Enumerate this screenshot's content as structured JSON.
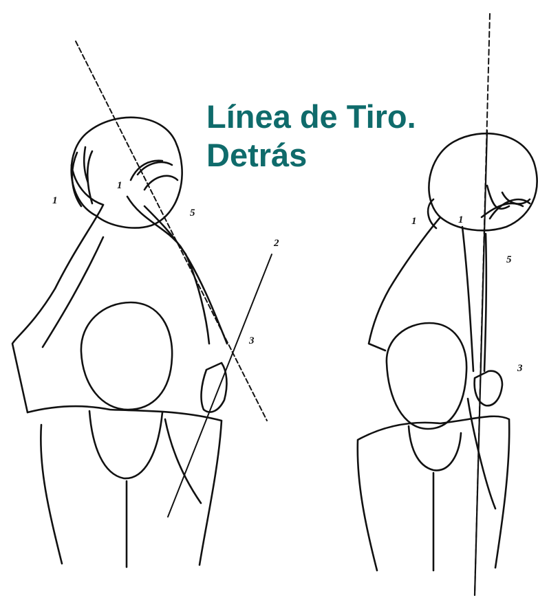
{
  "title": {
    "line1": "Línea de Tiro.",
    "line2": "Detrás"
  },
  "colors": {
    "title": "#0f6b6b",
    "ink": "#111111",
    "background": "#ffffff"
  },
  "left_figure": {
    "labels": [
      "1",
      "1",
      "5",
      "2",
      "3"
    ]
  },
  "right_figure": {
    "labels": [
      "1",
      "1",
      "5",
      "3"
    ]
  }
}
